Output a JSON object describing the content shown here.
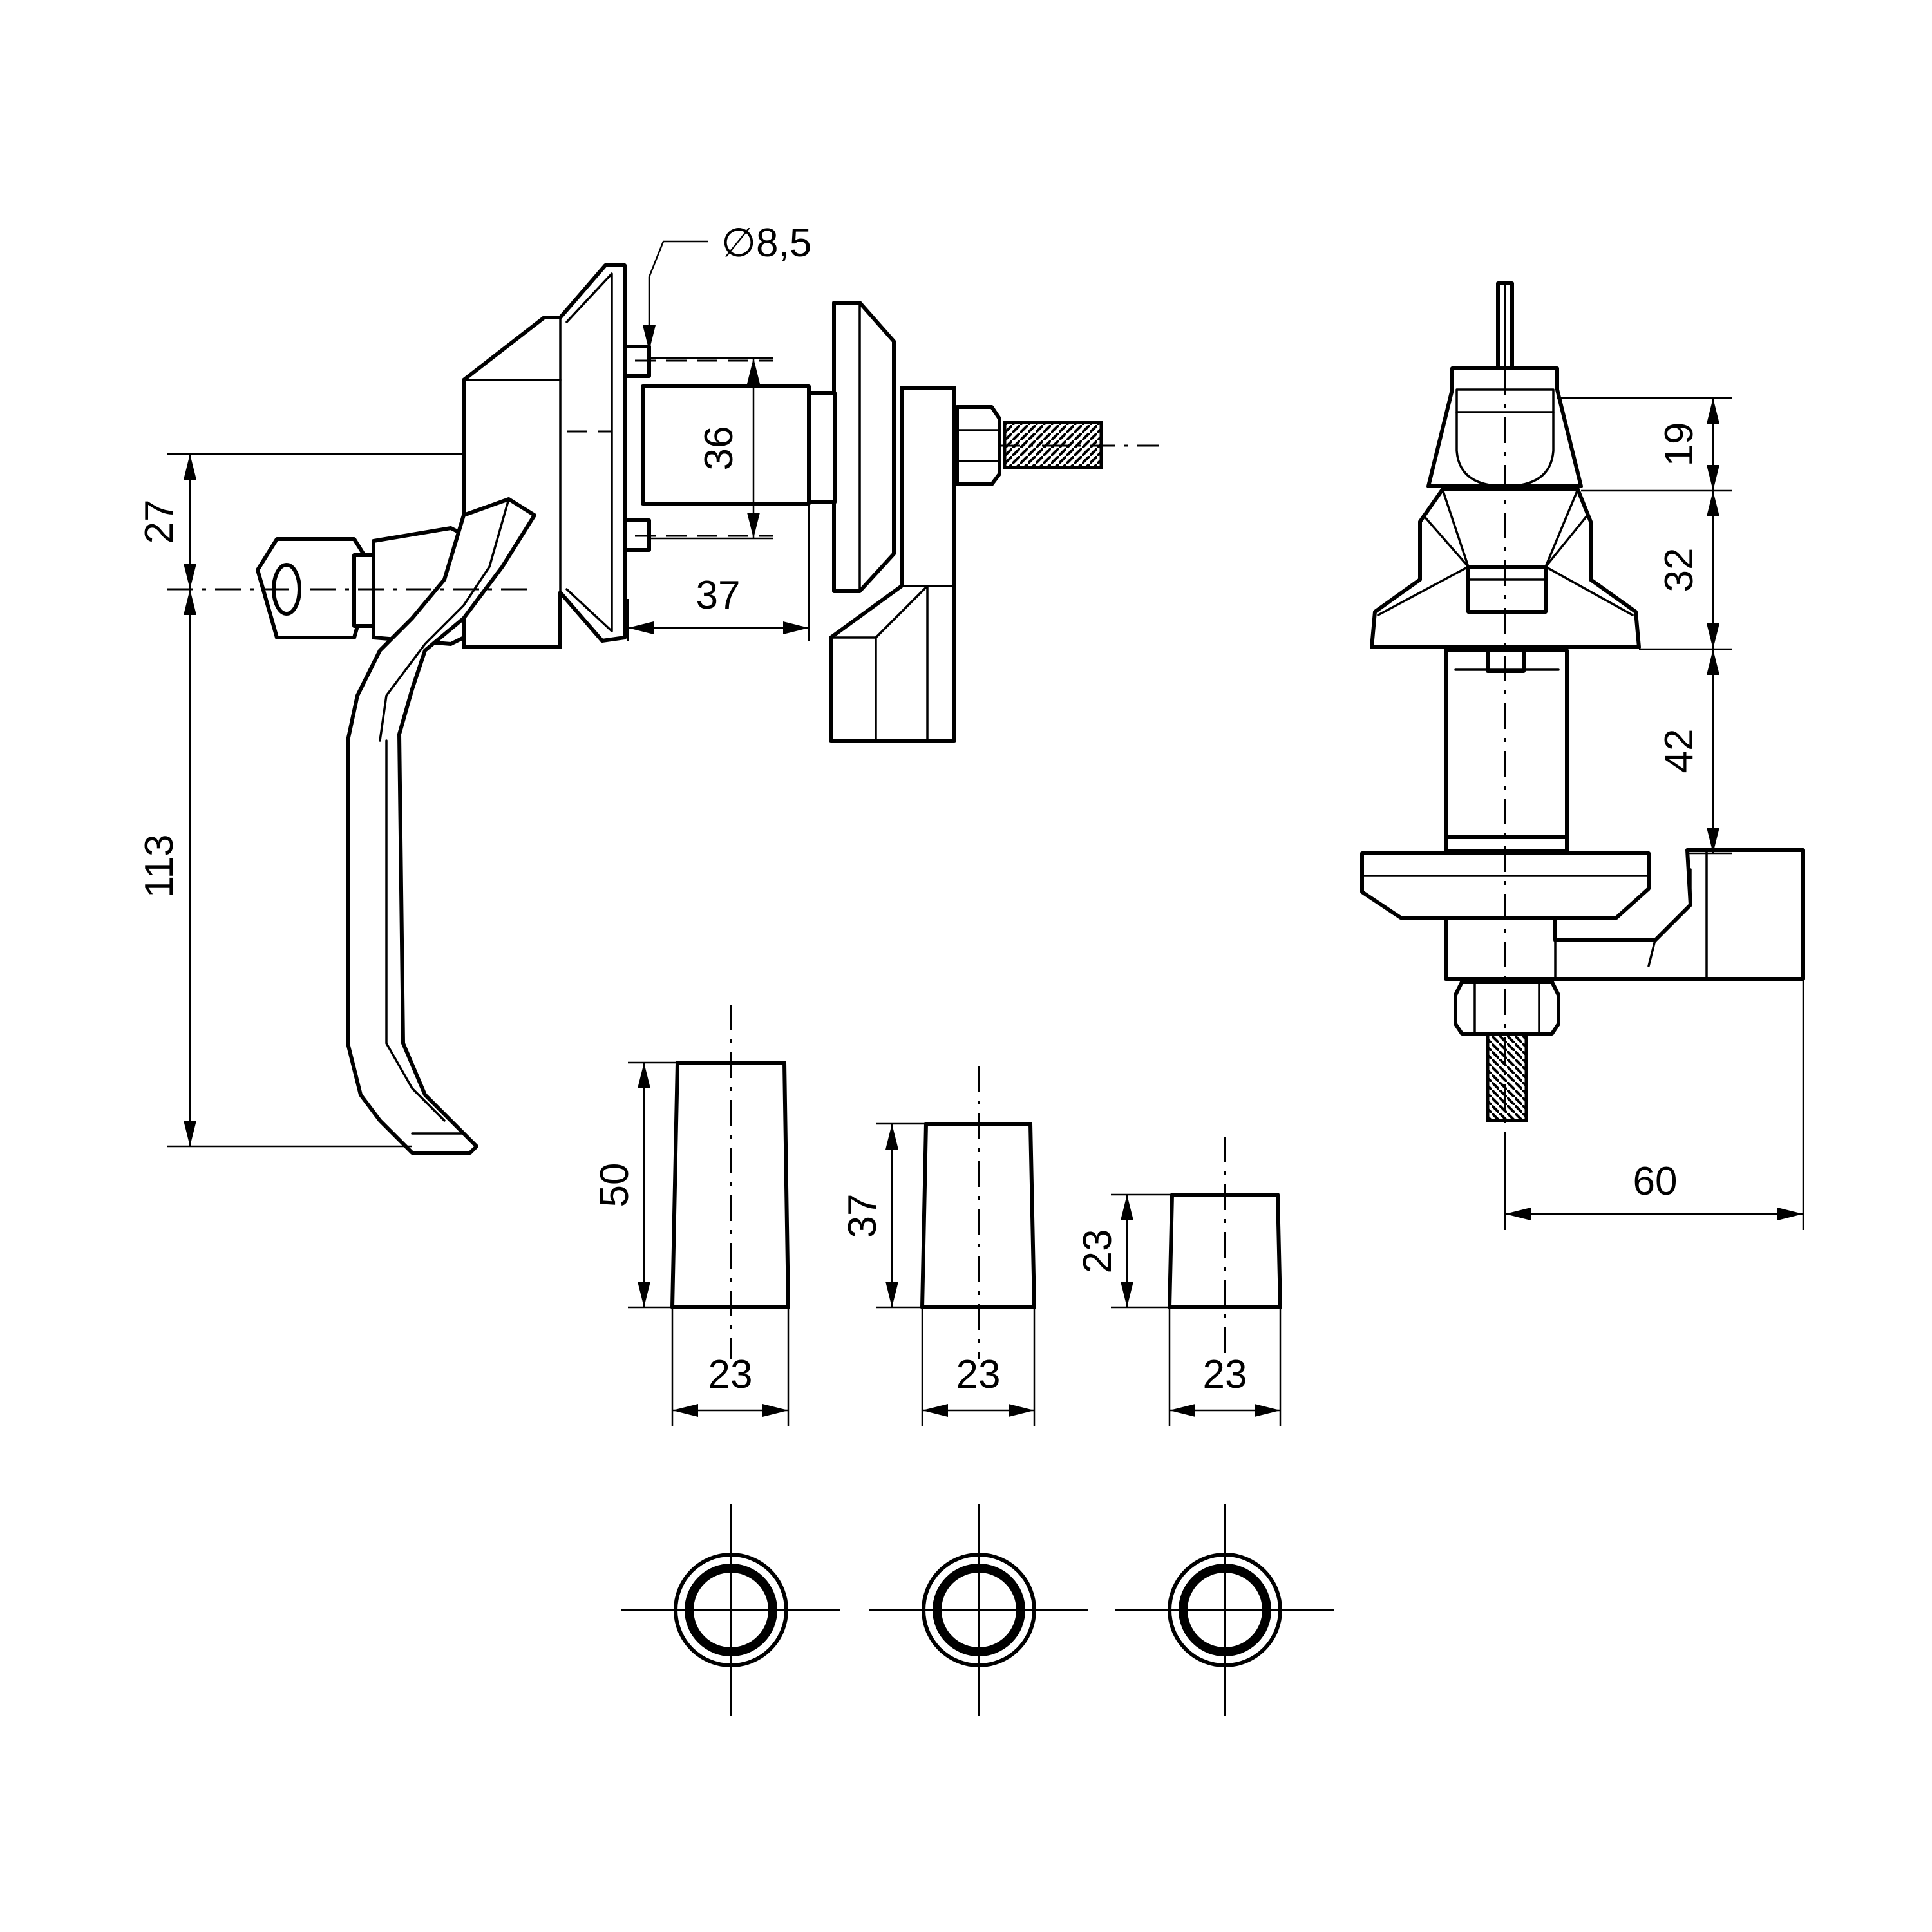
{
  "dimensions": {
    "hole_diameter": "∅8,5",
    "handle_upper_offset": "27",
    "handle_length": "113",
    "body_height": "36",
    "grip_range": "37",
    "side_top": "19",
    "side_middle": "32",
    "side_lower": "42",
    "cam_length": "60",
    "spacer_large_height": "50",
    "spacer_medium_height": "37",
    "spacer_small_height": "23",
    "spacer_large_diameter": "23",
    "spacer_medium_diameter": "23",
    "spacer_small_diameter": "23"
  }
}
